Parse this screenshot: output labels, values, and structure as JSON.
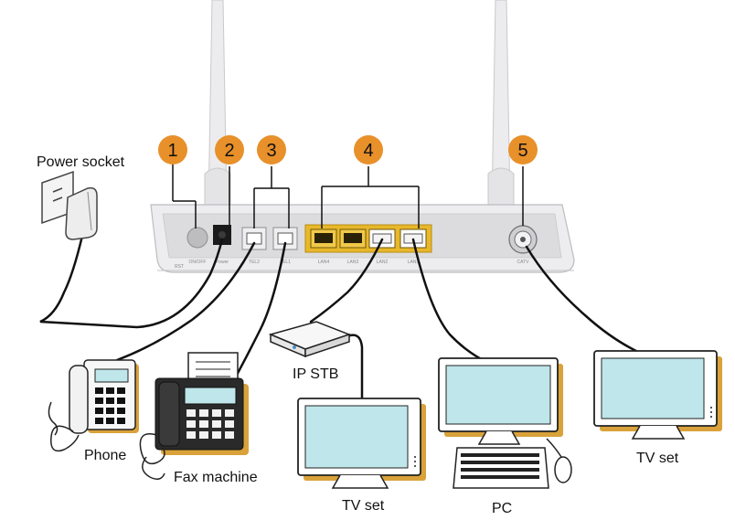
{
  "callouts": [
    {
      "number": "1"
    },
    {
      "number": "2"
    },
    {
      "number": "3"
    },
    {
      "number": "4"
    },
    {
      "number": "5"
    }
  ],
  "device_labels": {
    "power_socket": "Power socket",
    "phone": "Phone",
    "fax_machine": "Fax machine",
    "ip_stb": "IP STB",
    "tv_set_middle": "TV set",
    "pc": "PC",
    "tv_set_right": "TV set"
  },
  "port_labels": {
    "switch": "ON/OFF",
    "power": "Power",
    "tel2": "TEL2",
    "tel1": "TEL1",
    "lan4": "LAN4",
    "lan3": "LAN3",
    "lan2": "LAN2",
    "lan1": "LAN1",
    "catv": "CATV",
    "reset": "RST"
  },
  "colors": {
    "callout_orange": "#E8902A",
    "lan_yellow": "#E8B82A",
    "screen_blue": "#BFE6EA",
    "router_body": "#EDEDEF",
    "panel_gray": "#D8D8DA",
    "cable": "#111111",
    "shadow_gold": "#D9A23A"
  }
}
